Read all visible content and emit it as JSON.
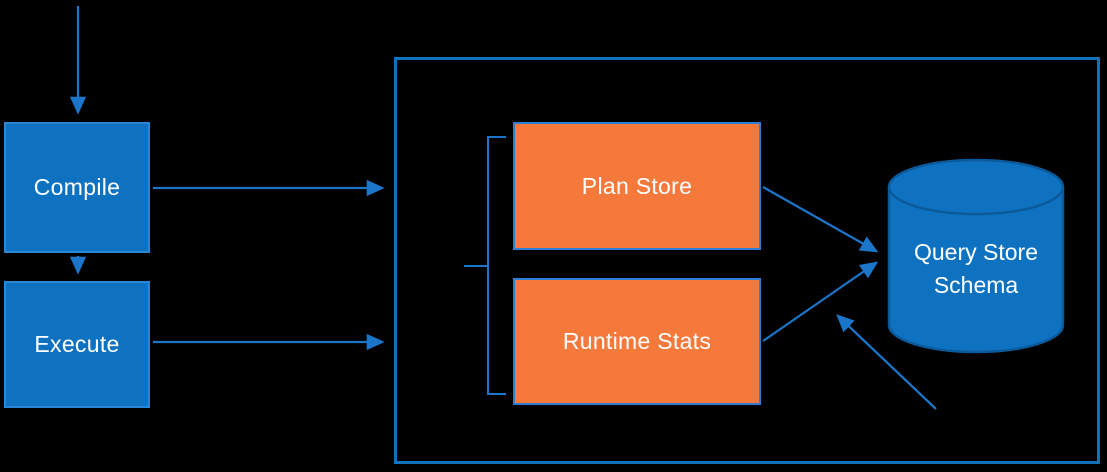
{
  "diagram": {
    "background": "#000000",
    "colors": {
      "blue_fill": "#0e72c0",
      "blue_border": "#2a87d6",
      "orange_fill": "#f5793b",
      "orange_border": "#2a7fd4",
      "container_border": "#1072b8",
      "arrow": "#1b75c8",
      "cylinder_fill": "#0e72c0",
      "cylinder_stroke": "#0a5a9c",
      "text": "#ffffff"
    },
    "nodes": {
      "compile": {
        "label": "Compile"
      },
      "execute": {
        "label": "Execute"
      },
      "plan_store": {
        "label": "Plan Store"
      },
      "runtime_stats": {
        "label": "Runtime Stats"
      },
      "query_store_schema": {
        "label": "Query Store Schema"
      }
    },
    "edges": [
      {
        "from": "top-external",
        "to": "compile"
      },
      {
        "from": "compile",
        "to": "execute"
      },
      {
        "from": "compile",
        "to": "query-store-container"
      },
      {
        "from": "execute",
        "to": "query-store-container"
      },
      {
        "from": "plan_store",
        "to": "query_store_schema"
      },
      {
        "from": "runtime_stats",
        "to": "query_store_schema"
      },
      {
        "from": "bottom-external",
        "to": "query_store_schema"
      }
    ]
  }
}
